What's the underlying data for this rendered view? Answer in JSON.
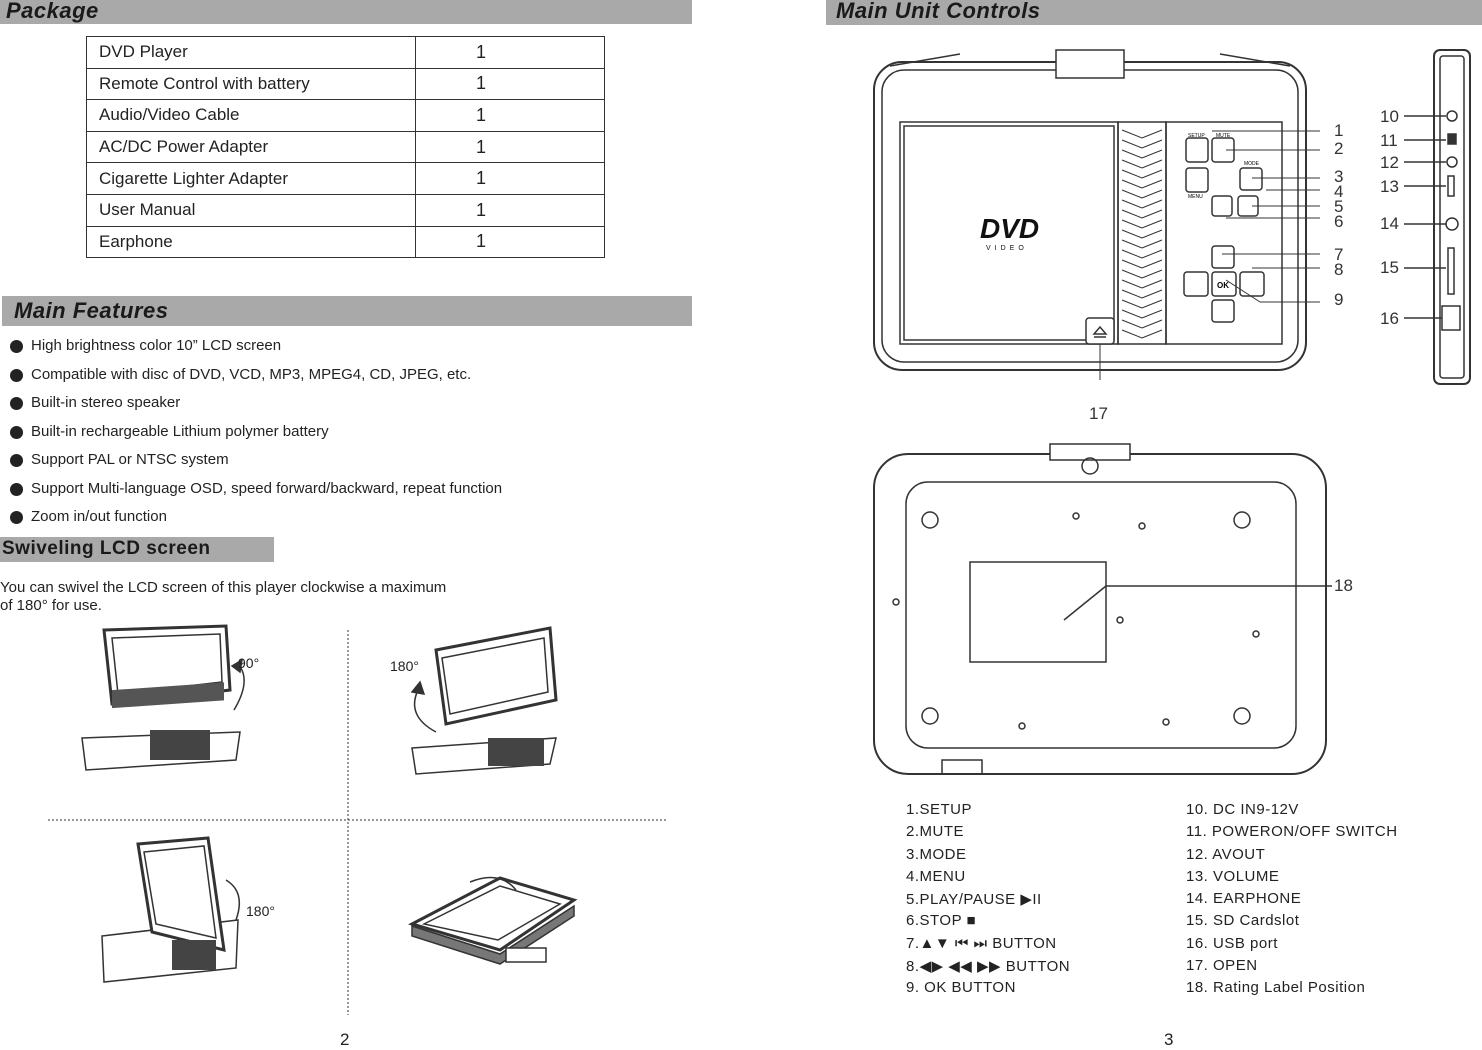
{
  "package": {
    "heading": "Package",
    "items": [
      {
        "name": "DVD Player",
        "qty": "1"
      },
      {
        "name": "Remote Control with battery",
        "qty": "1"
      },
      {
        "name": "Audio/Video Cable",
        "qty": "1"
      },
      {
        "name": "AC/DC Power Adapter",
        "qty": "1"
      },
      {
        "name": "Cigarette Lighter Adapter",
        "qty": "1"
      },
      {
        "name": "User Manual",
        "qty": "1"
      },
      {
        "name": "Earphone",
        "qty": "1"
      }
    ]
  },
  "features": {
    "heading": "Main Features",
    "items": [
      "High brightness color 10” LCD screen",
      "Compatible with disc of  DVD, VCD, MP3, MPEG4, CD, JPEG, etc.",
      "Built-in stereo speaker",
      "Built-in rechargeable Lithium polymer battery",
      "Support PAL or NTSC system",
      "Support Multi-language OSD, speed forward/backward, repeat function",
      "Zoom in/out function"
    ]
  },
  "swivel": {
    "heading": "Swiveling  LCD screen",
    "text_line1": "You can swivel the LCD screen of this player clockwise a maximum",
    "text_line2": "of 180°  for use.",
    "angle_a": "90°",
    "angle_b": "180°",
    "angle_c": "180°"
  },
  "controls": {
    "heading": "Main Unit Controls",
    "callouts": [
      "1",
      "2",
      "3",
      "4",
      "5",
      "6",
      "7",
      "8",
      "9",
      "10",
      "11",
      "12",
      "13",
      "14",
      "15",
      "16",
      "17",
      "18"
    ],
    "front_labels": {
      "setup": "SETUP",
      "mute": "MUTE",
      "mode": "MODE",
      "menu": "MENU",
      "ok": "OK",
      "logo": "DVD",
      "logo_sub": "VIDEO"
    },
    "list_left": [
      "1.SETUP",
      "2.MUTE",
      "3.MODE",
      "4.MENU",
      "5.PLAY/PAUSE ▶II",
      "6.STOP ■",
      "7.▲▼  ⏮  ⏭  BUTTON",
      "8.◀▶   ◀◀  ▶▶  BUTTON",
      "9. OK BUTTON"
    ],
    "list_right": [
      "10. DC IN9-12V",
      "11. POWERON/OFF SWITCH",
      "12. AVOUT",
      "13. VOLUME",
      "14. EARPHONE",
      "15. SD Cardslot",
      "16. USB port",
      "17. OPEN",
      "18. Rating Label  Position"
    ]
  },
  "page_numbers": {
    "left": "2",
    "right": "3"
  }
}
